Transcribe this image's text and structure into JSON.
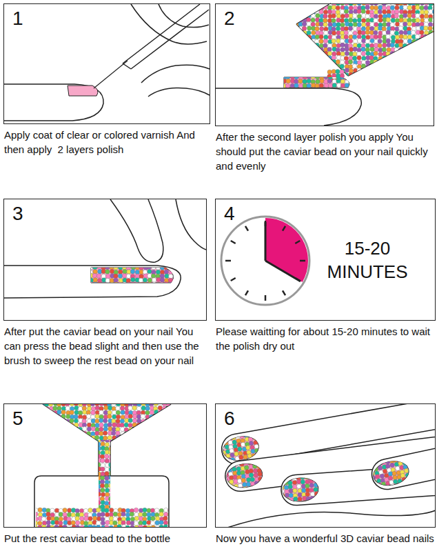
{
  "diagram": {
    "nodes": [
      {
        "text": [
          "1",
          "Apply coat of clear or colored varnish And then apply  2 layers polish"
        ]
      },
      {
        "text": [
          "2",
          "After the second layer polish you apply You should put the caviar bead on your nail quickly and evenly"
        ]
      },
      {
        "text": [
          "3",
          "After put the caviar bead on your nail You can press the bead slight and then use the brush to sweep the rest bead on your nail"
        ]
      },
      {
        "text": [
          "4",
          "15-20 MINUTES",
          "Please waitting for about 15-20 minutes to wait the polish dry out"
        ]
      },
      {
        "text": [
          "5",
          "Put the rest caviar bead to the bottle"
        ]
      },
      {
        "text": [
          "6",
          "Now you have a wonderful 3D caviar bead nails"
        ]
      }
    ]
  }
}
